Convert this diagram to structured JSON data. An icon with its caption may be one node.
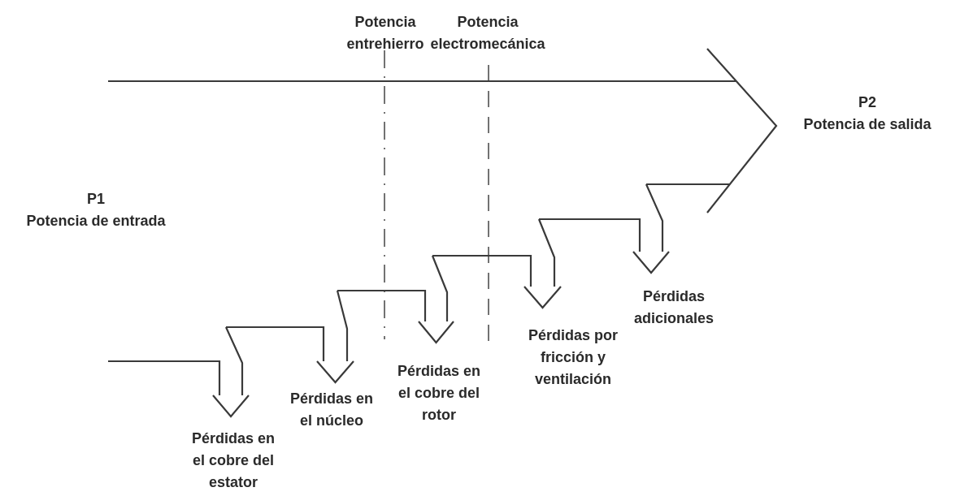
{
  "diagram": {
    "labels": [
      "Potencia entrehierro",
      "Potencia electromecánica",
      "P2",
      "Potencia de salida",
      "P1",
      "Potencia de entrada",
      "Pérdidas adicionales",
      "Pérdidas por fricción y ventilación",
      "Pérdidas en el cobre del rotor",
      "Pérdidas en el núcleo",
      "Pérdidas en el cobre del estator"
    ]
  }
}
